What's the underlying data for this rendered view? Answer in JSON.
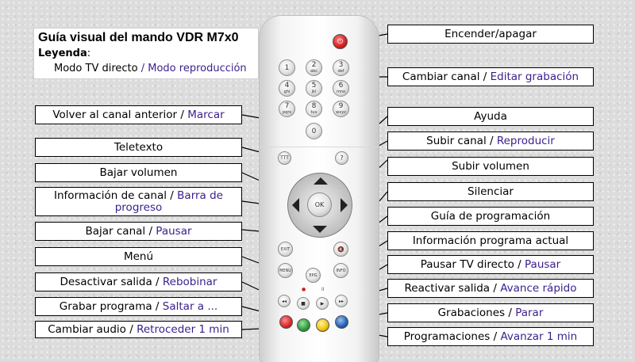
{
  "legend": {
    "title": "Guía visual del mando VDR M7x0",
    "label": "Leyenda",
    "colon": ":",
    "mode_live": "Modo TV directo",
    "separator": " / ",
    "mode_playback": "Modo reproducción"
  },
  "colors": {
    "playback_text": "#3a1f8c",
    "power": "#d21e1e",
    "red": "#d62828",
    "green": "#2e9a3a",
    "yellow": "#f0c20a",
    "blue": "#1f5fb3"
  },
  "left_labels": [
    {
      "live": "Volver al canal anterior",
      "playback": "Marcar"
    },
    {
      "live": "Teletexto",
      "playback": ""
    },
    {
      "live": "Bajar volumen",
      "playback": ""
    },
    {
      "live": "Información de canal",
      "playback": "Barra de progreso"
    },
    {
      "live": "Bajar canal",
      "playback": "Pausar"
    },
    {
      "live": "Menú",
      "playback": ""
    },
    {
      "live": "Desactivar salida",
      "playback": "Rebobinar"
    },
    {
      "live": "Grabar programa",
      "playback": "Saltar a ..."
    },
    {
      "live": "Cambiar audio",
      "playback": "Retroceder 1 min"
    }
  ],
  "right_labels": [
    {
      "live": "Encender/apagar",
      "playback": ""
    },
    {
      "live": "Cambiar canal",
      "playback": "Editar grabación"
    },
    {
      "live": "Ayuda",
      "playback": ""
    },
    {
      "live": "Subir canal",
      "playback": "Reproducir"
    },
    {
      "live": "Subir volumen",
      "playback": ""
    },
    {
      "live": "Silenciar",
      "playback": ""
    },
    {
      "live": "Guía de programación",
      "playback": ""
    },
    {
      "live": "Información programa actual",
      "playback": ""
    },
    {
      "live": "Pausar TV directo",
      "playback": "Pausar"
    },
    {
      "live": "Reactivar salida",
      "playback": "Avance rápido"
    },
    {
      "live": "Grabaciones",
      "playback": "Parar"
    },
    {
      "live": "Programaciones",
      "playback": "Avanzar 1 min"
    }
  ],
  "remote": {
    "number_keys": [
      {
        "digit": "1",
        "letters": ""
      },
      {
        "digit": "2",
        "letters": "abc"
      },
      {
        "digit": "3",
        "letters": "def"
      },
      {
        "digit": "4",
        "letters": "ghi"
      },
      {
        "digit": "5",
        "letters": "jkl"
      },
      {
        "digit": "6",
        "letters": "mno"
      },
      {
        "digit": "7",
        "letters": "pqrs"
      },
      {
        "digit": "8",
        "letters": "tuv"
      },
      {
        "digit": "9",
        "letters": "wxyz"
      }
    ],
    "zero_key": "0",
    "tt_key": "TTT",
    "help_key": "?",
    "ok_key": "OK",
    "exit_key": "EXIT",
    "mute_key": "🔇",
    "menu_key": "MENU",
    "epg_key": "EPG",
    "info_key": "INFO",
    "rew_key": "◂◂",
    "stop_key": "■",
    "play_key": "▶",
    "ff_key": "▸▸",
    "rec_symbol": "●",
    "pause_symbol": "II"
  }
}
